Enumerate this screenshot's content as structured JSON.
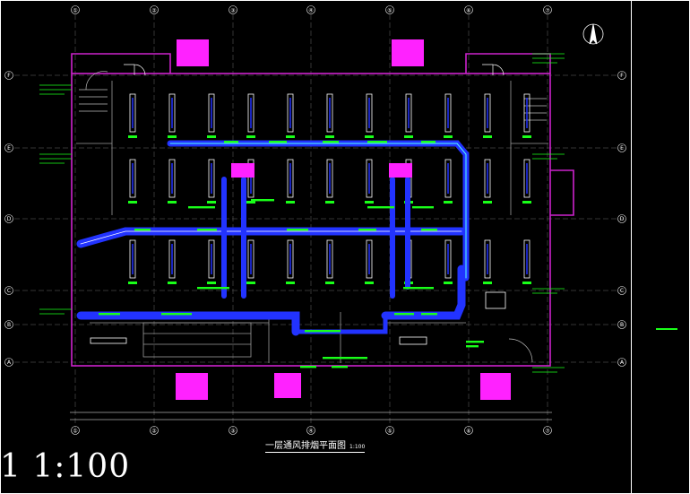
{
  "drawing": {
    "title": "一层通风排烟平面图",
    "title_scale": "1:100",
    "big_scale_label": "1  1:100",
    "axis_numbers": [
      "①",
      "②",
      "③",
      "④",
      "⑤",
      "⑥",
      "⑦"
    ],
    "axis_letters": [
      "F",
      "E",
      "D",
      "C",
      "B",
      "A"
    ],
    "colors": {
      "background": "#000000",
      "walls": "#cc22cc",
      "ducts": "#2233ff",
      "fixtures": "#ffffff",
      "annotations": "#19ff19",
      "highlights": "#ff22ff",
      "grid": "#888888"
    },
    "icons": [
      "north-arrow-icon"
    ]
  }
}
